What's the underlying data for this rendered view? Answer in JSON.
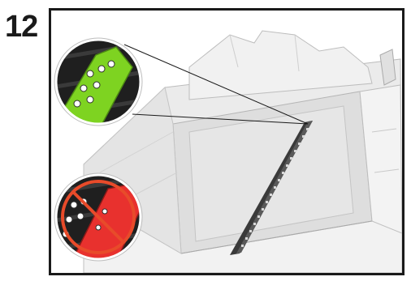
{
  "step": {
    "number": "12"
  },
  "colors": {
    "frame_border": "#1a1a1a",
    "printer_body": "#ebebeb",
    "printer_shadow": "#cfcfcf",
    "correct_highlight": "#7ed321",
    "incorrect_highlight": "#e8312e",
    "prohibited_symbol": "#e84b2a"
  },
  "callouts": [
    {
      "name": "correct-callout",
      "icon": "check-zoom-green",
      "meaning": "correct"
    },
    {
      "name": "incorrect-callout",
      "icon": "prohibited-zoom-red",
      "meaning": "incorrect"
    }
  ]
}
